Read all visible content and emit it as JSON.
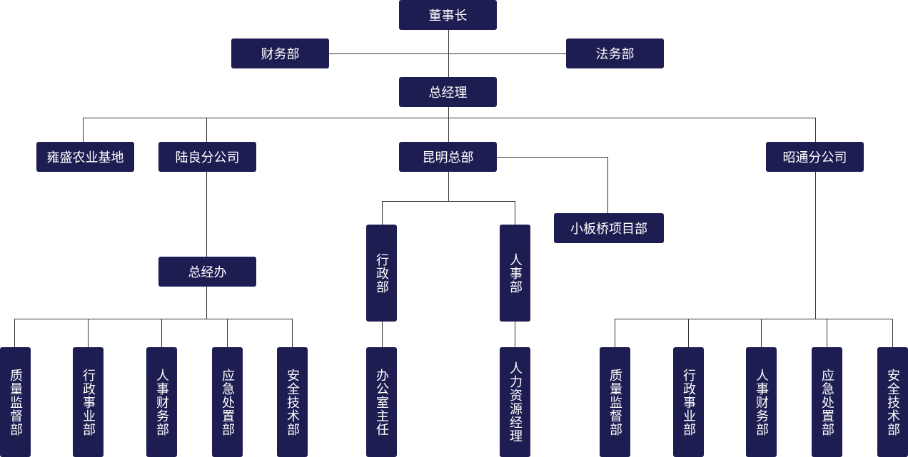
{
  "chart": {
    "chairman": "董事长",
    "finance": "财务部",
    "legal": "法务部",
    "general_manager": "总经理",
    "yongsheng": "雍盛农业基地",
    "luliang": "陆良分公司",
    "kunming": "昆明总部",
    "zhaotong": "昭通分公司",
    "xiaobanqiao": "小板桥项目部",
    "admin": "行政部",
    "hr": "人事部",
    "gm_office": "总经办",
    "office_director": "办公室主任",
    "hr_manager": "人力资源经理",
    "luliang_depts": [
      "质量监督部",
      "行政事业部",
      "人事财务部",
      "应急处置部",
      "安全技术部"
    ],
    "zhaotong_depts": [
      "质量监督部",
      "行政事业部",
      "人事财务部",
      "应急处置部",
      "安全技术部"
    ]
  },
  "colors": {
    "box": "#1d1d52",
    "line": "#333333",
    "text": "#ffffff"
  }
}
